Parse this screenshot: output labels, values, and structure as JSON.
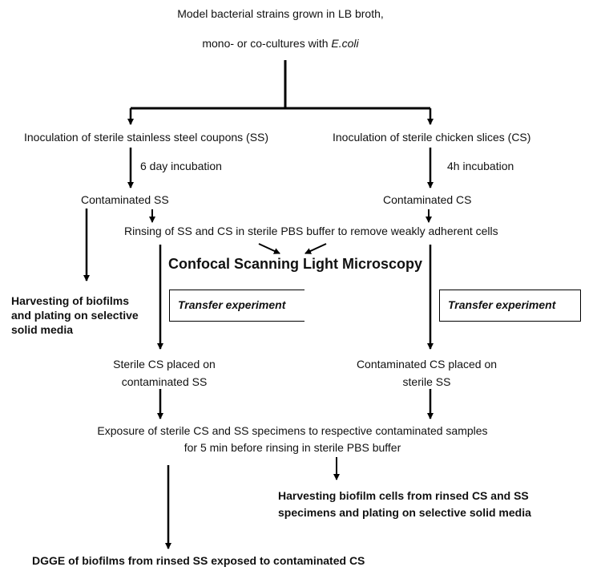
{
  "source": {
    "line1": "Model bacterial strains grown in LB broth,",
    "line2_prefix": "mono- or co-cultures with ",
    "line2_species": "E.coli"
  },
  "left_branch": {
    "inoculation": "Inoculation of sterile stainless steel coupons (SS)",
    "incubation": "6 day incubation",
    "contaminated": "Contaminated SS",
    "harvest": [
      "Harvesting of biofilms",
      "and plating on selective",
      "solid media"
    ],
    "transfer": "Transfer experiment",
    "placed": [
      "Sterile CS placed on",
      "contaminated SS"
    ]
  },
  "right_branch": {
    "inoculation": "Inoculation of sterile chicken slices (CS)",
    "incubation": "4h incubation",
    "contaminated": "Contaminated CS",
    "transfer": "Transfer experiment",
    "placed": [
      "Contaminated CS placed on",
      "sterile SS"
    ]
  },
  "rinsing": "Rinsing of SS and CS in sterile PBS buffer to remove weakly adherent cells",
  "microscopy": "Confocal Scanning Light Microscopy",
  "exposure": [
    "Exposure of sterile CS and SS specimens to respective contaminated samples",
    "for 5 min before rinsing in sterile PBS buffer"
  ],
  "harvest_final": [
    "Harvesting biofilm cells from rinsed CS and SS",
    "specimens and plating on selective solid media"
  ],
  "dgge": "DGGE of biofilms from rinsed SS exposed to contaminated CS"
}
